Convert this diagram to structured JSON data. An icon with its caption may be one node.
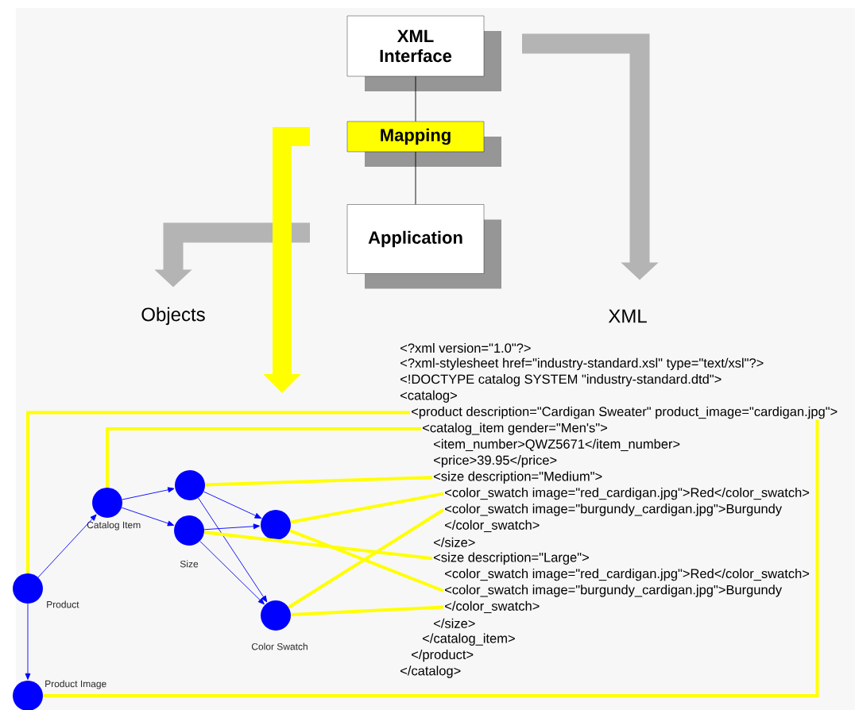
{
  "diagram": {
    "nodes": [
      {
        "text": [
          "XML Interface"
        ]
      },
      {
        "text": [
          "Mapping"
        ]
      },
      {
        "text": [
          "Application"
        ]
      },
      {
        "text": [
          "Objects"
        ]
      },
      {
        "text": [
          "XML"
        ]
      },
      {
        "text": [],
        "shape": "circle",
        "beside": [
          "Product"
        ]
      },
      {
        "text": [],
        "shape": "circle",
        "beside": [
          "Catalog Item"
        ]
      },
      {
        "text": [],
        "shape": "circle"
      },
      {
        "text": [],
        "shape": "circle",
        "beside": [
          "Size"
        ]
      },
      {
        "text": [],
        "shape": "circle"
      },
      {
        "text": [],
        "shape": "circle",
        "beside": [
          "Color Swatch"
        ]
      },
      {
        "text": [],
        "shape": "circle",
        "beside": [
          "Product Image"
        ]
      },
      {
        "text": [
          "<product description=\"Cardigan Sweater\" product_image=\"cardigan.jpg\">"
        ]
      },
      {
        "text": [
          "<catalog_item gender=\"Men's\">"
        ]
      },
      {
        "text": [
          "<size description=\"Medium\">"
        ]
      },
      {
        "text": [
          "<color_swatch image=\"red_cardigan.jpg\">Red</color_swatch>"
        ]
      },
      {
        "text": [
          "<color_swatch image=\"burgundy_cardigan.jpg\">Burgundy"
        ]
      },
      {
        "text": [
          "<size description=\"Large\">"
        ]
      },
      {
        "text": [
          "<color_swatch image=\"burgundy_cardigan.jpg\">Burgundy"
        ]
      },
      {
        "text": [
          "</color_swatch>"
        ]
      }
    ],
    "edges": [
      {
        "from": 0,
        "to": 1,
        "arrow": "none",
        "color": "#000000"
      },
      {
        "from": 1,
        "to": 2,
        "arrow": "none",
        "color": "#000000"
      },
      {
        "from": null,
        "to": 3,
        "arrow": "to",
        "style": "thick",
        "color": "#b4b4b4"
      },
      {
        "from": null,
        "to": 4,
        "arrow": "to",
        "style": "thick",
        "color": "#b4b4b4"
      },
      {
        "from": 5,
        "to": 6,
        "arrow": "to",
        "color": "#0000ff"
      },
      {
        "from": 5,
        "to": 11,
        "arrow": "to",
        "color": "#0000ff"
      },
      {
        "from": 6,
        "to": 7,
        "arrow": "to",
        "color": "#0000ff"
      },
      {
        "from": 6,
        "to": 8,
        "arrow": "to",
        "color": "#0000ff"
      },
      {
        "from": 7,
        "to": 9,
        "arrow": "to",
        "color": "#0000ff"
      },
      {
        "from": 7,
        "to": 10,
        "arrow": "to",
        "color": "#0000ff"
      },
      {
        "from": 8,
        "to": 9,
        "arrow": "to",
        "color": "#0000ff"
      },
      {
        "from": 8,
        "to": 10,
        "arrow": "to",
        "color": "#0000ff"
      },
      {
        "from": 5,
        "to": 12,
        "arrow": "none",
        "color": "#ffff00"
      },
      {
        "from": 11,
        "to": 12,
        "arrow": "none",
        "color": "#ffff00"
      },
      {
        "from": 6,
        "to": 13,
        "arrow": "none",
        "color": "#ffff00"
      },
      {
        "from": 7,
        "to": 14,
        "arrow": "none",
        "color": "#ffff00"
      },
      {
        "from": 8,
        "to": 17,
        "arrow": "none",
        "color": "#ffff00"
      },
      {
        "from": 9,
        "to": 15,
        "arrow": "none",
        "color": "#ffff00"
      },
      {
        "from": 9,
        "to": 18,
        "arrow": "none",
        "color": "#ffff00"
      },
      {
        "from": 10,
        "to": 16,
        "arrow": "none",
        "color": "#ffff00"
      },
      {
        "from": 10,
        "to": 19,
        "arrow": "none",
        "color": "#ffff00"
      }
    ],
    "labels": [
      "<?xml version=\"1.0\"?>",
      "<?xml-stylesheet href=\"industry-standard.xsl\" type=\"text/xsl\"?>",
      "<!DOCTYPE catalog SYSTEM \"industry-standard.dtd\">",
      "<catalog>",
      "<item_number>QWZ5671</item_number>",
      "<price>39.95</price>",
      "</color_swatch>",
      "</size>",
      "<color_swatch image=\"red_cardigan.jpg\">Red</color_swatch>",
      "</size>",
      "</catalog_item>",
      "</product>",
      "</catalog>"
    ]
  }
}
